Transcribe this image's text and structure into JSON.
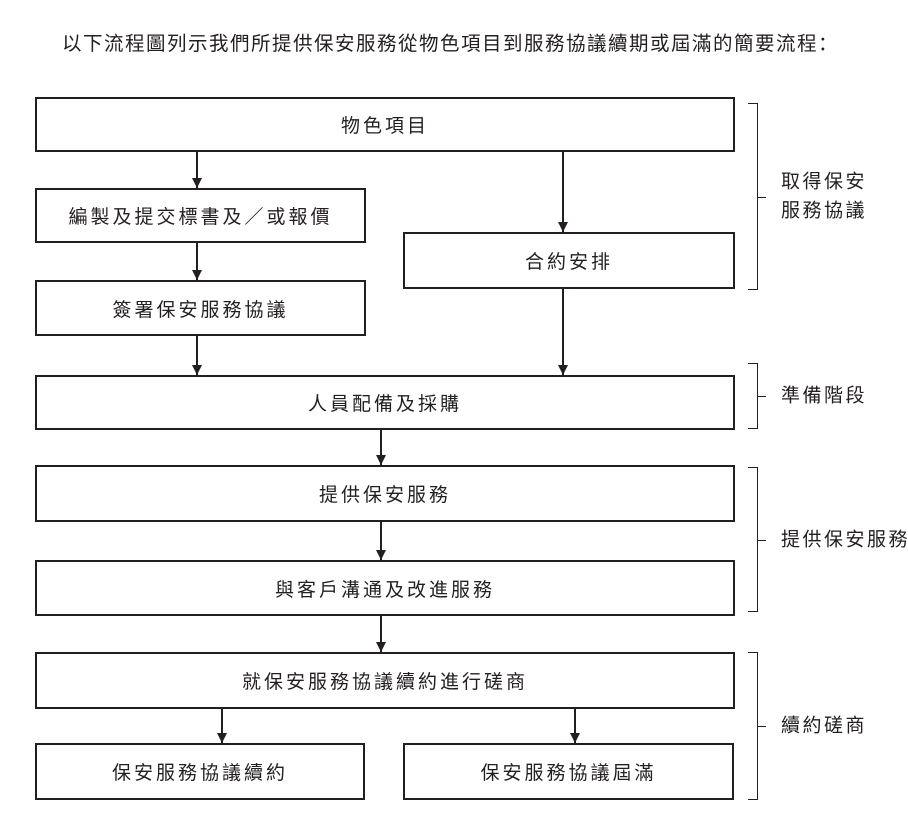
{
  "page": {
    "intro_text": "以下流程圖列示我們所提供保安服務從物色項目到服務協議續期或屆滿的簡要流程："
  },
  "flowchart": {
    "boxes": {
      "identify_project": "物色項目",
      "prepare_tender": "編製及提交標書及／或報價",
      "contract_arrangement": "合約安排",
      "sign_agreement": "簽署保安服務協議",
      "staffing_procurement": "人員配備及採購",
      "provide_services": "提供保安服務",
      "communicate_improve": "與客戶溝通及改進服務",
      "renewal_negotiation": "就保安服務協議續約進行磋商",
      "agreement_renewal": "保安服務協議續約",
      "agreement_expiry": "保安服務協議屆滿"
    },
    "stage_labels": {
      "acquire_line1": "取得保安",
      "acquire_line2": "服務協議",
      "preparation": "準備階段",
      "provision": "提供保安服務",
      "renewal": "續約磋商"
    },
    "colors": {
      "line": "#231f20",
      "background": "#ffffff"
    }
  }
}
